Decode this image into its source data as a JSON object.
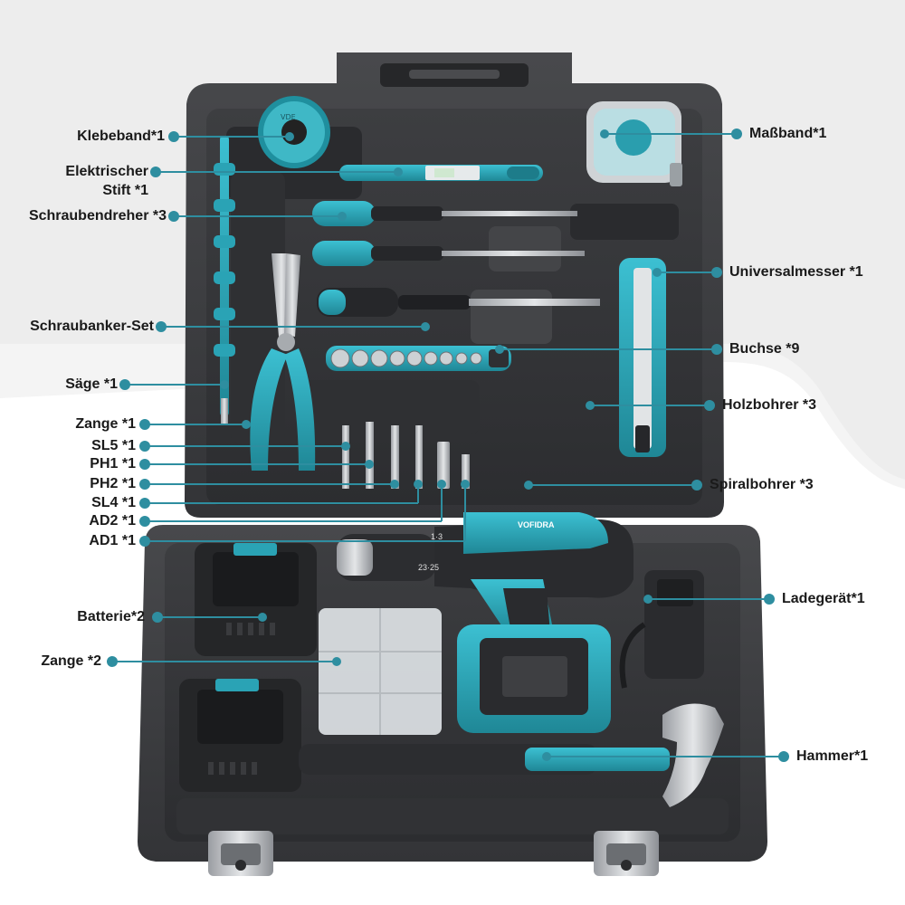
{
  "colors": {
    "accent": "#2e8ea0",
    "tool_teal": "#2aa3b5",
    "case_dark": "#3a3b3d",
    "case_darker": "#2a2b2d",
    "background_swoosh": "#e8e8e8"
  },
  "brand_text": "VOFIDRA",
  "drill_markings": {
    "speed": "1·3",
    "torque": "23·25"
  },
  "labels_left": {
    "klebeband": "Klebeband*1",
    "elektrischer_stift_line1": "Elektrischer",
    "elektrischer_stift_line2": "Stift *1",
    "schraubendreher": "Schraubendreher *3",
    "schraubanker": "Schraubanker-Set",
    "saege": "Säge *1",
    "zange1": "Zange *1",
    "sl5": "SL5 *1",
    "ph1": "PH1 *1",
    "ph2": "PH2 *1",
    "sl4": "SL4 *1",
    "ad2": "AD2 *1",
    "ad1": "AD1 *1",
    "batterie": "Batterie*2",
    "zange2": "Zange *2"
  },
  "labels_right": {
    "massband": "Maßband*1",
    "universalmesser": "Universalmesser *1",
    "buchse": "Buchse *9",
    "holzbohrer": "Holzbohrer *3",
    "spiralbohrer": "Spiralbohrer *3",
    "ladegeraet": "Ladegerät*1",
    "hammer": "Hammer*1"
  }
}
